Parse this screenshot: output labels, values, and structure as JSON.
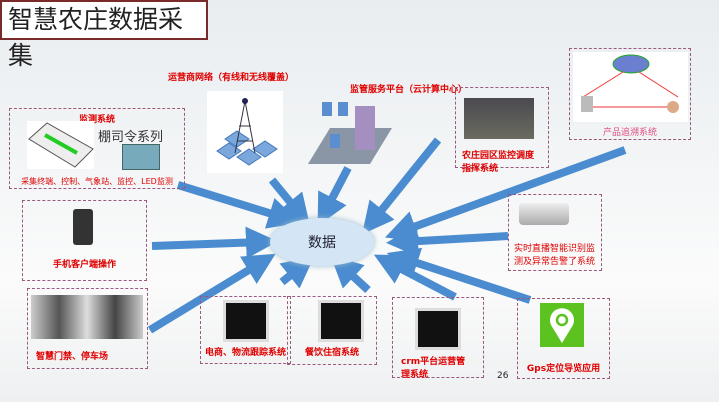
{
  "title": "智慧农庄数据采集",
  "center": "数据",
  "network_label": "运营商网络（有线和无线覆盖）",
  "platform_label": "监管服务平台（云计算中心）",
  "monitor": {
    "title": "监测系统",
    "series": "棚司令系列",
    "desc": "采集终端、控制、气象站、监控、LED监测"
  },
  "dispatch": "农庄园区监控调度指挥系统",
  "trace": "产品追溯系统",
  "mobile": "手机客户端操作",
  "camera": "实时直播智能识别监测及异常告警了系统",
  "gate": "智慧门禁、停车场",
  "ecommerce": "电商、物流跟踪系统",
  "catering": "餐饮住宿系统",
  "crm": "crm平台运营管理系统",
  "gps": "Gps定位导览应用",
  "page_number": "26",
  "colors": {
    "arrow": "#4a8ccf",
    "label": "#e00000",
    "gps": "#5cc21f"
  }
}
